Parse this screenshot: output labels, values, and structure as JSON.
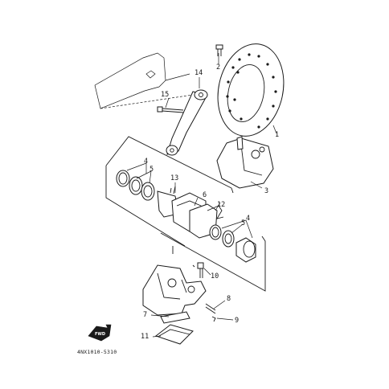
{
  "callouts": {
    "c1": "1",
    "c2": "2",
    "c3": "3",
    "c4a": "4",
    "c5a": "5",
    "c4b": "4",
    "c5b": "5",
    "c6": "6",
    "c7": "7",
    "c8": "8",
    "c9": "9",
    "c10": "10",
    "c11": "11",
    "c12": "12",
    "c13": "13",
    "c14": "14",
    "c15": "15"
  },
  "diagram_code": "4NX1010-5310",
  "fwd_label": "FWD"
}
